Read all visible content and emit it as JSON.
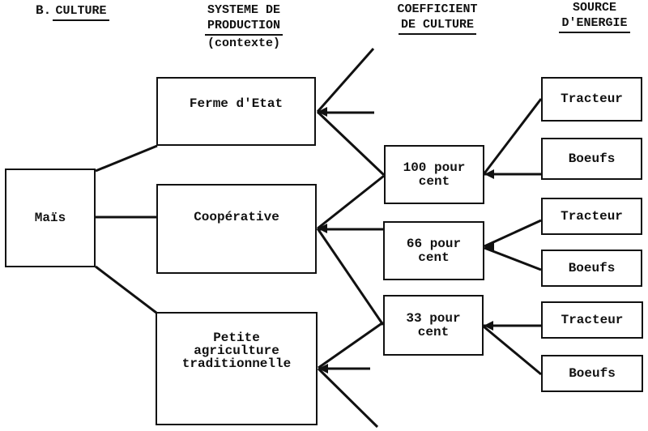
{
  "colors": {
    "ink": "#111111",
    "paper": "#ffffff"
  },
  "header": {
    "section_label": "B.",
    "culture": "CULTURE",
    "systeme_line1": "SYSTEME DE",
    "systeme_line2": "PRODUCTION",
    "systeme_line3": "(contexte)",
    "coefficient_line1": "COEFFICIENT",
    "coefficient_line2": "DE CULTURE",
    "source_line1": "SOURCE",
    "source_line2": "D'ENERGIE"
  },
  "nodes": {
    "culture": {
      "label": "Maïs"
    },
    "production": [
      {
        "label_lines": [
          "Ferme d'Etat"
        ]
      },
      {
        "label_lines": [
          "Coopérative"
        ]
      },
      {
        "label_lines": [
          "Petite",
          "agriculture",
          "traditionnelle"
        ]
      }
    ],
    "coefficient": [
      {
        "label_lines": [
          "100 pour",
          "cent"
        ]
      },
      {
        "label_lines": [
          "66 pour",
          "cent"
        ]
      },
      {
        "label_lines": [
          "33 pour",
          "cent"
        ]
      }
    ],
    "energy": [
      {
        "label": "Tracteur"
      },
      {
        "label": "Boeufs"
      },
      {
        "label": "Tracteur"
      },
      {
        "label": "Boeufs"
      },
      {
        "label": "Tracteur"
      },
      {
        "label": "Boeufs"
      }
    ]
  },
  "edges": [
    {
      "from": "Maïs",
      "to": "Ferme d'Etat"
    },
    {
      "from": "Maïs",
      "to": "Coopérative"
    },
    {
      "from": "Maïs",
      "to": "Petite agriculture traditionnelle"
    },
    {
      "from": "Ferme d'Etat",
      "to": "100 pour cent"
    },
    {
      "from": "Coopérative",
      "to": "100 pour cent"
    },
    {
      "from": "Coopérative",
      "to": "66 pour cent"
    },
    {
      "from": "Coopérative",
      "to": "33 pour cent"
    },
    {
      "from": "Petite agriculture traditionnelle",
      "to": "33 pour cent"
    },
    {
      "from": "100 pour cent",
      "to": "Tracteur"
    },
    {
      "from": "100 pour cent",
      "to": "Boeufs"
    },
    {
      "from": "66 pour cent",
      "to": "Tracteur"
    },
    {
      "from": "66 pour cent",
      "to": "Boeufs"
    },
    {
      "from": "33 pour cent",
      "to": "Tracteur"
    },
    {
      "from": "33 pour cent",
      "to": "Boeufs"
    }
  ]
}
